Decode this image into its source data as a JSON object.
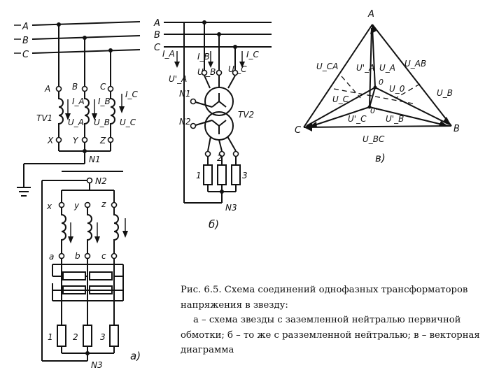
{
  "figure": {
    "caption_title": "Рис. 6.5. Схема соединений однофазных трансформаторов напряжения в звезду:",
    "caption_body": "а – схема звезды с заземленной нейтралью первичной обмотки; б – то же с разземленной нейтралью; в – векторная диаграмма"
  },
  "panel_a": {
    "label": "а)",
    "buses": [
      "A",
      "B",
      "C"
    ],
    "terminals_top": [
      "A",
      "B",
      "C"
    ],
    "currents": [
      "I_A",
      "I_B",
      "I_C"
    ],
    "transformer": "TV1",
    "voltages": [
      "U_A",
      "U_B",
      "U_C"
    ],
    "terminals_bottom": [
      "X",
      "Y",
      "Z"
    ],
    "neutral_primary": "N1",
    "neutral_secondary": "N2",
    "sec_top": [
      "x",
      "y",
      "z"
    ],
    "sec_bottom": [
      "a",
      "b",
      "c"
    ],
    "loads": [
      "1",
      "2",
      "3"
    ],
    "neutral_load": "N3"
  },
  "panel_b": {
    "label": "б)",
    "buses": [
      "A",
      "B",
      "C"
    ],
    "currents": [
      "I_A",
      "I_B",
      "I_C"
    ],
    "voltages_prime": [
      "U'_A",
      "U'_B",
      "U'_C"
    ],
    "neutral_1": "N1",
    "neutral_2": "N2",
    "transformer": "TV2",
    "loads": [
      "1",
      "2",
      "3"
    ],
    "neutral_3": "N3"
  },
  "panel_v": {
    "label": "в)",
    "vertices": [
      "A",
      "B",
      "C"
    ],
    "line_voltages": [
      "U_CA",
      "U_AB",
      "U_BC"
    ],
    "phase_voltages": [
      "U_A",
      "U_B",
      "U_C"
    ],
    "phase_voltages_prime": [
      "U'_A",
      "U'_B",
      "U'_C"
    ],
    "neutral_points": [
      "0",
      "0'"
    ],
    "neutral_shift": "U_0"
  }
}
